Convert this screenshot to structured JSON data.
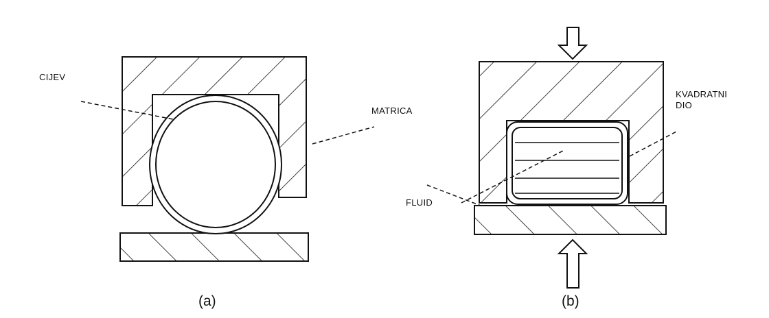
{
  "labels": {
    "tube": "CIJEV",
    "die": "MATRICA",
    "square_part_line1": "KVADRATNI",
    "square_part_line2": "DIO",
    "fluid": "FLUID"
  },
  "captions": {
    "a": "(a)",
    "b": "(b)"
  },
  "colors": {
    "ink": "#111111",
    "paper": "#ffffff"
  }
}
